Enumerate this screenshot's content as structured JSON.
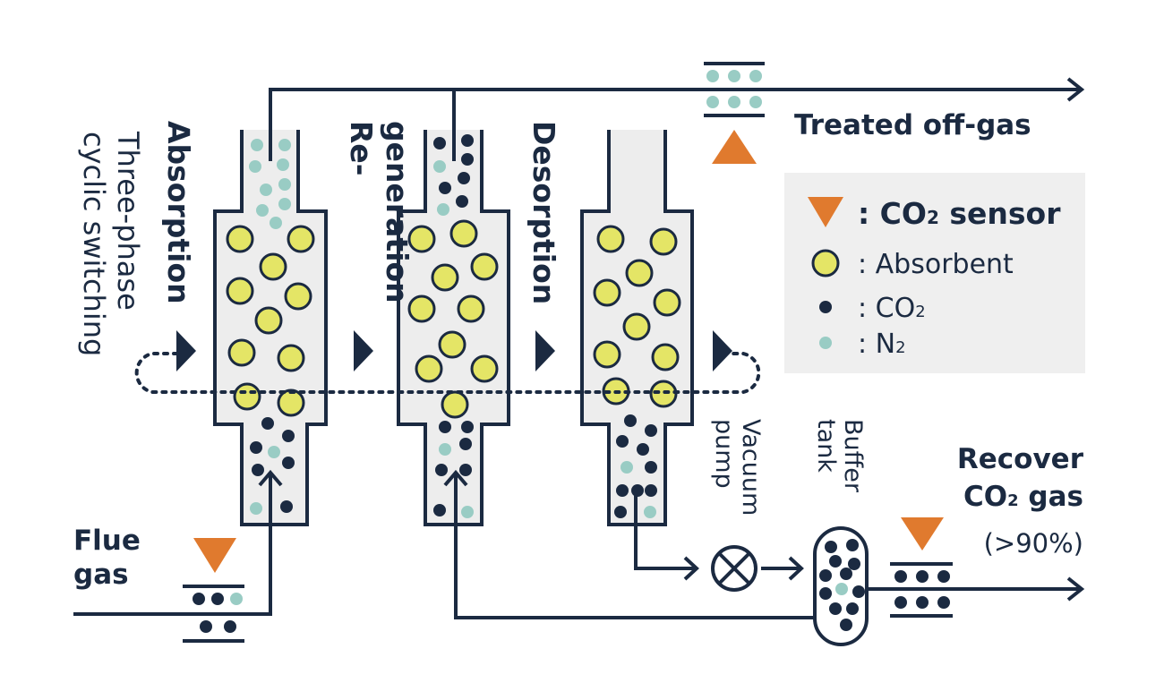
{
  "labels": {
    "three_phase_line1": "Three-phase",
    "three_phase_line2": "cyclic switching",
    "absorption": "Absorption",
    "regeneration_line1": "Re-",
    "regeneration_line2": "generation",
    "desorption": "Desorption",
    "treated_off_gas": "Treated off-gas",
    "flue_line1": "Flue",
    "flue_line2": "gas",
    "vacuum_line1": "Vacuum",
    "vacuum_line2": "pump",
    "buffer_line1": "Buffer",
    "buffer_line2": "tank",
    "recover_line1": "Recover",
    "recover_co2": "CO",
    "recover_sub": "2",
    "recover_gas": " gas",
    "recover_purity": "(>90%)"
  },
  "legend": {
    "sensor_prefix": ": CO",
    "sensor_sub": "2",
    "sensor_suffix": " sensor",
    "absorbent": ": Absorbent",
    "co2_prefix": ": CO",
    "co2_sub": "2",
    "n2_prefix": ": N",
    "n2_sub": "2"
  },
  "colors": {
    "navy": "#1b2a41",
    "absorbent_yellow": "#e4e566",
    "n2_teal": "#99ccc4",
    "sensor_orange": "#e07a2e",
    "column_fill": "#ededed",
    "legend_bg": "#efefef"
  }
}
